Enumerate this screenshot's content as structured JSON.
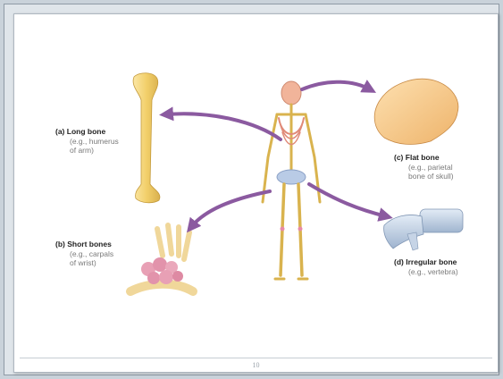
{
  "labels": {
    "long": {
      "letter": "(a)",
      "title": "Long bone",
      "sub1": "(e.g., humerus",
      "sub2": "of arm)"
    },
    "short": {
      "letter": "(b)",
      "title": "Short bones",
      "sub1": "(e.g., carpals",
      "sub2": "of wrist)"
    },
    "flat": {
      "letter": "(c)",
      "title": "Flat bone",
      "sub1": "(e.g., parietal",
      "sub2": "bone of skull)"
    },
    "irregular": {
      "letter": "(d)",
      "title": "Irregular bone",
      "sub1": "(e.g., vertebra)"
    }
  },
  "footer": {
    "page_number": "10"
  },
  "colors": {
    "arrow": "#8b5aa0",
    "bone": "#f3d27a",
    "flat_bone": "#f6c98a",
    "vertebra": "#b8c9de",
    "carpal": "#e8a0b5"
  }
}
